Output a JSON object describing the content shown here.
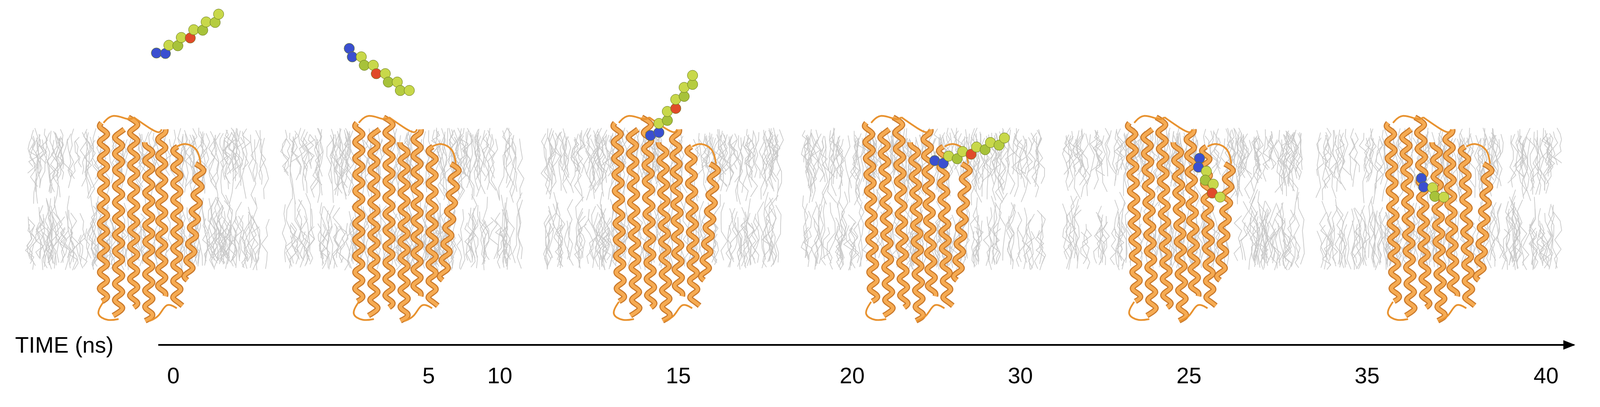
{
  "diagram": {
    "labels": [
      "TIME (ns)",
      "0",
      "5",
      "10",
      "15",
      "20",
      "30",
      "25",
      "35",
      "40"
    ]
  }
}
